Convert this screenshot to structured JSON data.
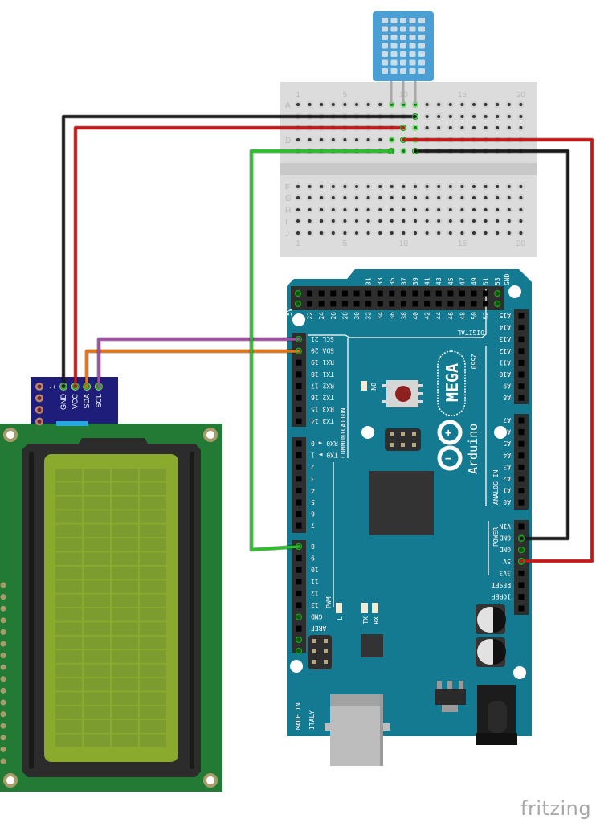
{
  "breadboard": {
    "column_labels": [
      "1",
      "5",
      "10",
      "15",
      "20"
    ],
    "row_labels_top": [
      "A",
      "D"
    ],
    "row_labels_bottom": [
      "F",
      "G",
      "H",
      "I",
      "J"
    ]
  },
  "arduino": {
    "board_name": "MEGA",
    "model": "2560",
    "brand": "Arduino",
    "top_odd_labels": [
      "31",
      "33",
      "35",
      "37",
      "39",
      "41",
      "43",
      "45",
      "47",
      "49",
      "51",
      "53"
    ],
    "top_even_labels": [
      "22",
      "24",
      "26",
      "28",
      "30",
      "32",
      "34",
      "36",
      "38",
      "40",
      "42",
      "44",
      "46",
      "48",
      "50",
      "52"
    ],
    "top_left_label": "5V",
    "top_right_label": "GND",
    "digital_label": "DIGITAL",
    "communication_label": "COMMUNICATION",
    "comm_pins": [
      "SCL 21",
      "SDA 20",
      "RX1 19",
      "TX1 18",
      "RX2 17",
      "TX2 16",
      "RX3 15",
      "TX3 14"
    ],
    "digital_pins_low": [
      "RX0 ◄ 0",
      "TX0 ► 1",
      "2",
      "3",
      "4",
      "5",
      "6",
      "7"
    ],
    "digital_pins_pwm": [
      "8",
      "9",
      "10",
      "11",
      "12",
      "13",
      "GND",
      "AREF"
    ],
    "pwm_label": "PWM",
    "analog_high": [
      "A15",
      "A14",
      "A13",
      "A12",
      "A11",
      "A10",
      "A9",
      "A8"
    ],
    "analog_low": [
      "A7",
      "A6",
      "A5",
      "A4",
      "A3",
      "A2",
      "A1",
      "A0"
    ],
    "analog_label": "ANALOG IN",
    "power_pins": [
      "VIN",
      "GND",
      "GND",
      "5V",
      "3V3",
      "RESET",
      "IOREF"
    ],
    "power_label": "POWER",
    "led_labels": {
      "on": "ON",
      "l": "L",
      "tx": "TX",
      "rx": "RX"
    },
    "made_in": "MADE IN",
    "italy": "ITALY"
  },
  "i2c_module": {
    "pin_labels": [
      "GND",
      "VCC",
      "SDA",
      "SCL"
    ],
    "pin1_label": "1"
  },
  "wires": [
    {
      "name": "gnd-lcd",
      "color": "#1a1a1a"
    },
    {
      "name": "vcc-lcd",
      "color": "#cc1414"
    },
    {
      "name": "sda",
      "color": "#e8730e"
    },
    {
      "name": "scl",
      "color": "#a04ea3"
    },
    {
      "name": "dht-data",
      "color": "#26c226"
    },
    {
      "name": "5v",
      "color": "#cc1414"
    },
    {
      "name": "gnd",
      "color": "#1a1a1a"
    }
  ],
  "colors": {
    "board": "#147a91",
    "lcd_screen": "#8aaa2e",
    "lcd_pcb": "#227a35",
    "i2c": "#1e1e7a",
    "dht": "#4a9fd4"
  },
  "footer": {
    "logo": "fritzing"
  }
}
